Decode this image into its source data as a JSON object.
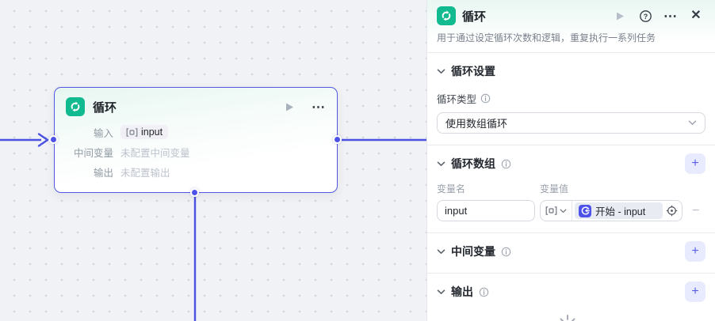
{
  "node": {
    "title": "循环",
    "input_label": "输入",
    "input_tag": "input",
    "mid_label": "中间变量",
    "mid_placeholder": "未配置中间变量",
    "output_label": "输出",
    "output_placeholder": "未配置输出"
  },
  "panel": {
    "title": "循环",
    "description": "用于通过设定循环次数和逻辑，重复执行一系列任务",
    "loop_settings": {
      "title": "循环设置",
      "type_label": "循环类型",
      "type_value": "使用数组循环"
    },
    "loop_array": {
      "title": "循环数组",
      "name_col": "变量名",
      "value_col": "变量值",
      "name_value": "input",
      "ref_value": "开始 - input"
    },
    "intermediate": {
      "title": "中间变量"
    },
    "output": {
      "title": "输出"
    }
  },
  "icons": {
    "more": "⋯",
    "close": "✕",
    "help": "?",
    "add": "+",
    "remove": "−"
  },
  "colors": {
    "accent_indigo": "#4d53e8",
    "accent_teal": "#12ba90",
    "canvas_bg": "#f1f2f5"
  }
}
